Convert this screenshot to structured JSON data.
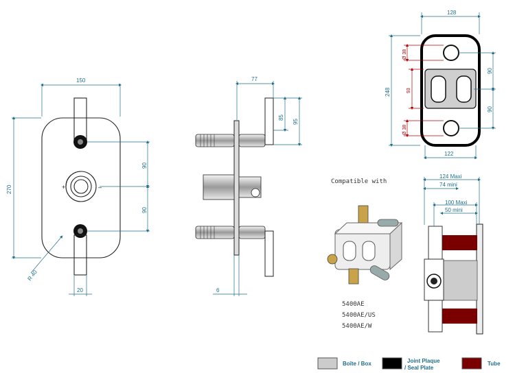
{
  "front_view": {
    "width": "150",
    "height": "270",
    "radius": "R 40",
    "spacing_top": "90",
    "spacing_bottom": "90",
    "handle_width": "20"
  },
  "side_view": {
    "depth": "77",
    "handle_h1": "85",
    "handle_h2": "95",
    "thickness": "6"
  },
  "plate_view": {
    "top_width": "128",
    "bottom_width": "122",
    "height": "248",
    "hole_top": "Ø 38",
    "hole_bottom": "Ø 38",
    "center_height": "93",
    "spacing_top": "90",
    "spacing_bottom": "90"
  },
  "compat": {
    "title": "Compatible with",
    "models": [
      "5400AE",
      "5400AE/US",
      "5400AE/W"
    ]
  },
  "box_view": {
    "dim1_max": "124  Maxi",
    "dim1_min": "74 mini",
    "dim2_max": "100  Maxi",
    "dim2_min": "50 mini"
  },
  "legend": [
    {
      "label": "Boîte / Box",
      "color": "#cccccc"
    },
    {
      "label": "Joint Plaque",
      "label2": "/ Seal Plate",
      "color": "#000000"
    },
    {
      "label": "Tube",
      "color": "#7a0000"
    }
  ]
}
